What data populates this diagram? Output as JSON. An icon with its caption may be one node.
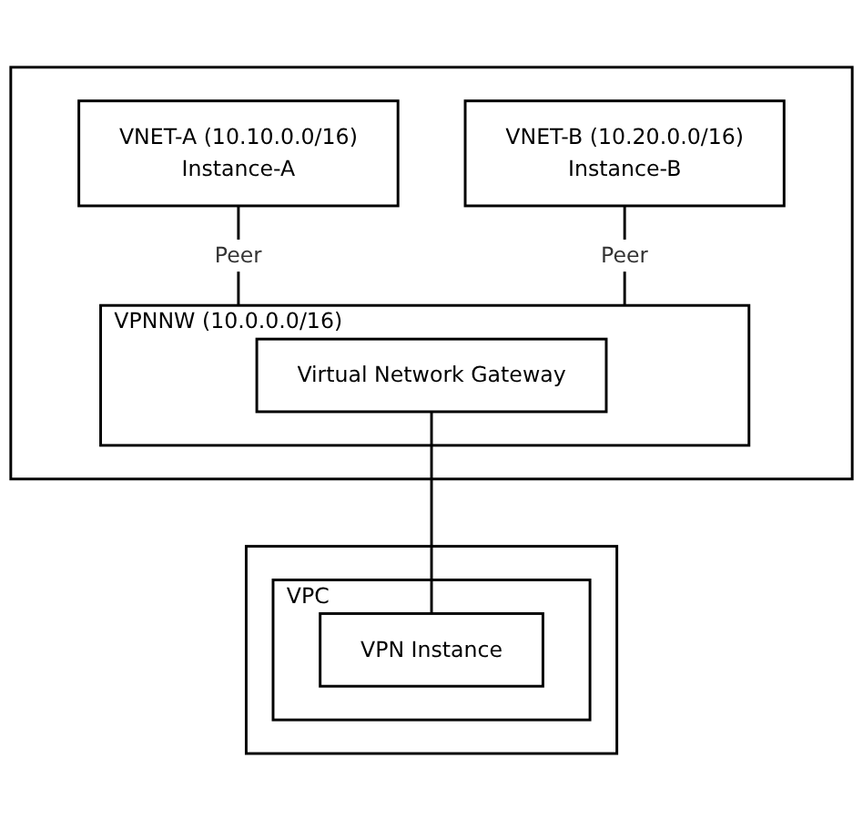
{
  "diagram": {
    "nodes": [
      {
        "text": [],
        "shape": "box"
      },
      {
        "text": [
          "VNET-A (10.10.0.0/16)",
          "Instance-A"
        ],
        "in": 0
      },
      {
        "text": [
          "VNET-B (10.20.0.0/16)",
          "Instance-B"
        ],
        "in": 0
      },
      {
        "text": [
          "VPNNW (10.0.0.0/16)"
        ],
        "in": 0
      },
      {
        "text": [
          "Virtual Network Gateway"
        ],
        "in": 3
      },
      {
        "text": [],
        "shape": "box"
      },
      {
        "text": [
          "VPC"
        ],
        "in": 5
      },
      {
        "text": [
          "VPN Instance"
        ],
        "in": 6
      }
    ],
    "edges": [
      {
        "from": 1,
        "to": 3,
        "arrow": "none",
        "label": "Peer"
      },
      {
        "from": 2,
        "to": 3,
        "arrow": "none",
        "label": "Peer"
      },
      {
        "from": 4,
        "to": 7,
        "arrow": "none"
      }
    ]
  }
}
